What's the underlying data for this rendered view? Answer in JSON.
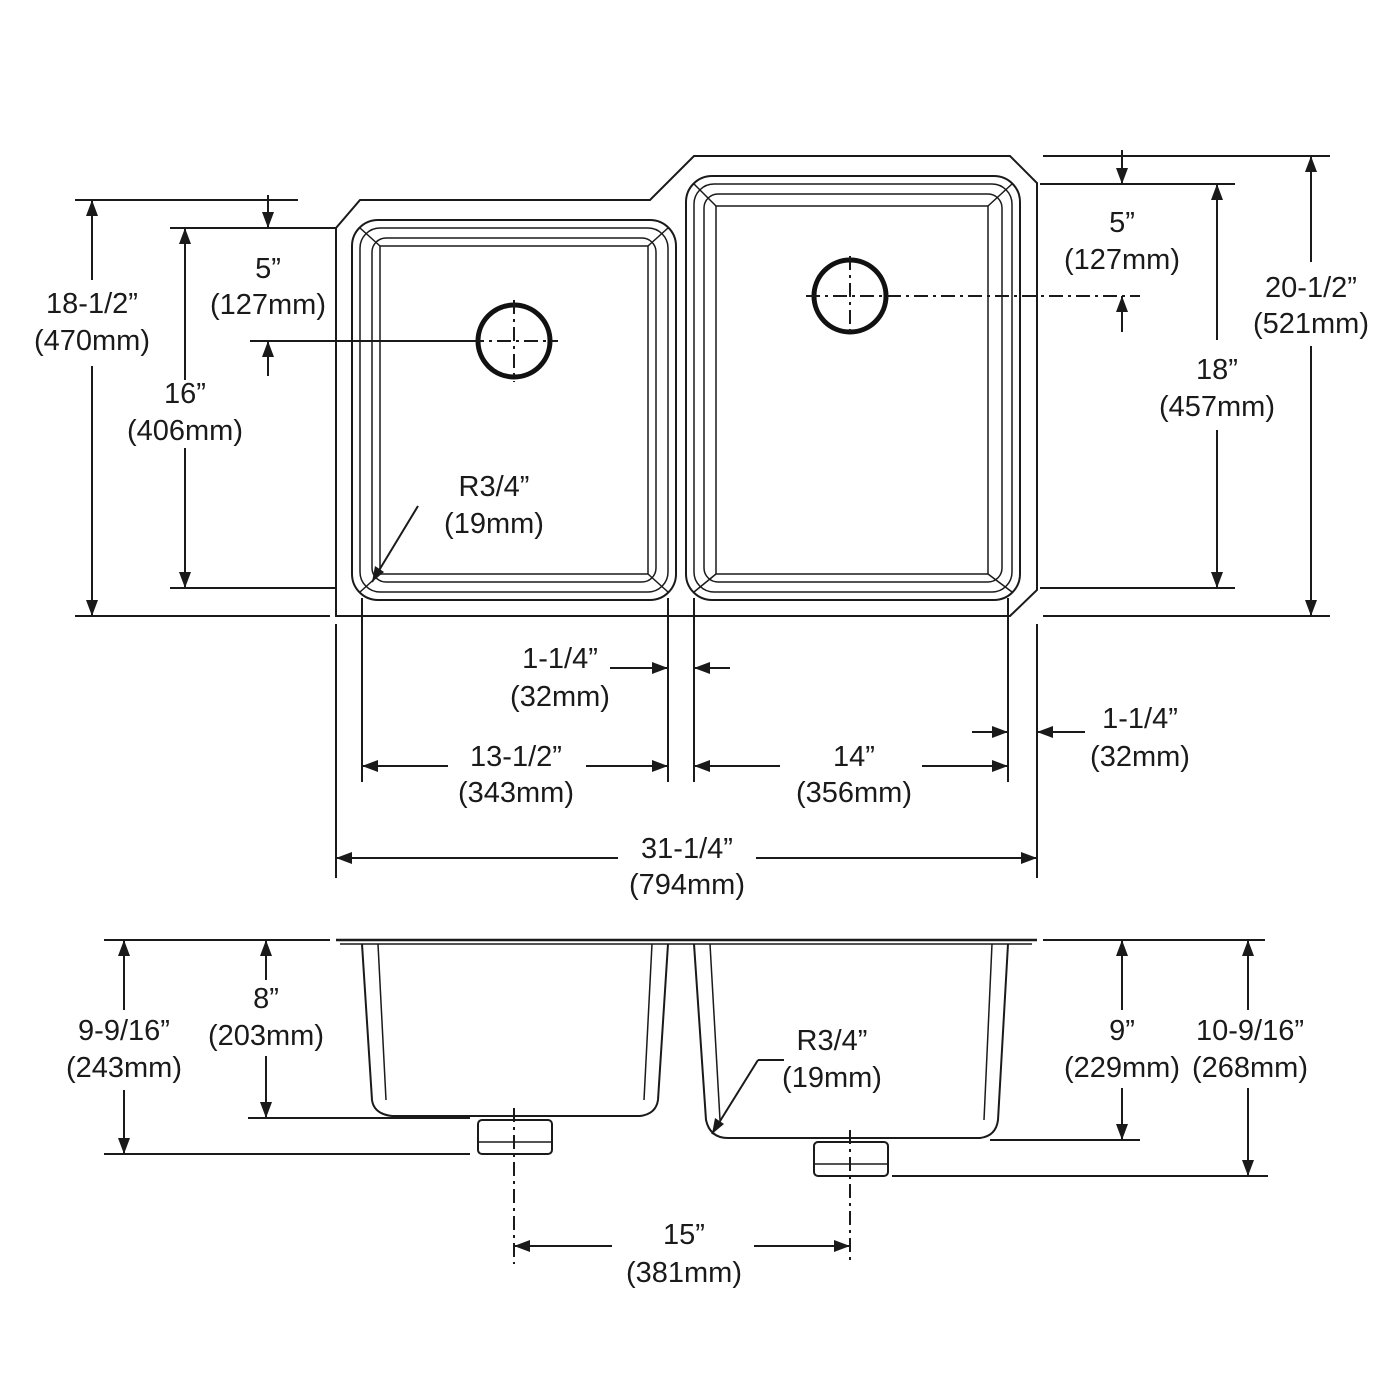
{
  "top_view": {
    "left_drain_offset": {
      "imperial": "5”",
      "metric": "(127mm)"
    },
    "overall_depth_left": {
      "imperial": "18-1/2”",
      "metric": "(470mm)"
    },
    "left_bowl_depth": {
      "imperial": "16”",
      "metric": "(406mm)"
    },
    "left_corner_radius": {
      "imperial": "R3/4”",
      "metric": "(19mm)"
    },
    "right_drain_offset": {
      "imperial": "5”",
      "metric": "(127mm)"
    },
    "overall_depth_right": {
      "imperial": "20-1/2”",
      "metric": "(521mm)"
    },
    "right_bowl_depth": {
      "imperial": "18”",
      "metric": "(457mm)"
    },
    "divider_width": {
      "imperial": "1-1/4”",
      "metric": "(32mm)"
    },
    "right_rim_width": {
      "imperial": "1-1/4”",
      "metric": "(32mm)"
    },
    "left_bowl_width": {
      "imperial": "13-1/2”",
      "metric": "(343mm)"
    },
    "right_bowl_width": {
      "imperial": "14”",
      "metric": "(356mm)"
    },
    "overall_width": {
      "imperial": "31-1/4”",
      "metric": "(794mm)"
    }
  },
  "side_view": {
    "left_overall_height": {
      "imperial": "9-9/16”",
      "metric": "(243mm)"
    },
    "left_bowl_height": {
      "imperial": "8”",
      "metric": "(203mm)"
    },
    "right_corner_radius": {
      "imperial": "R3/4”",
      "metric": "(19mm)"
    },
    "right_bowl_height": {
      "imperial": "9”",
      "metric": "(229mm)"
    },
    "right_overall_height": {
      "imperial": "10-9/16”",
      "metric": "(268mm)"
    },
    "drain_spacing": {
      "imperial": "15”",
      "metric": "(381mm)"
    }
  }
}
